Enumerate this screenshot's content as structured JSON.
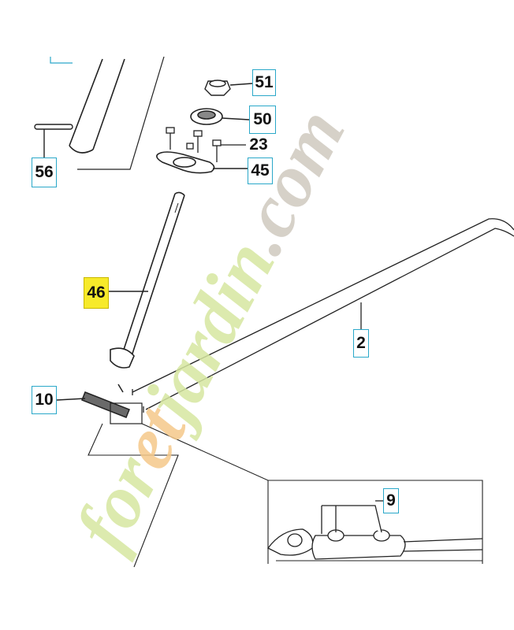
{
  "diagram": {
    "callouts": [
      {
        "id": "51",
        "label": "51",
        "highlight": false
      },
      {
        "id": "50",
        "label": "50",
        "highlight": false
      },
      {
        "id": "23",
        "label": "23",
        "highlight": false
      },
      {
        "id": "45",
        "label": "45",
        "highlight": false
      },
      {
        "id": "56",
        "label": "56",
        "highlight": false
      },
      {
        "id": "46",
        "label": "46",
        "highlight": true
      },
      {
        "id": "2",
        "label": "2",
        "highlight": false
      },
      {
        "id": "10",
        "label": "10",
        "highlight": false
      },
      {
        "id": "9",
        "label": "9",
        "highlight": false
      }
    ],
    "highlight_color": "#f7ea2a",
    "callout_border_color": "#2aa8c9"
  },
  "watermark": {
    "text_green": "for",
    "text_orange": "et",
    "text_green2": "jardin",
    "text_gray": ".com",
    "green": "#d6e7a0",
    "orange": "#f5c88a",
    "gray": "#cfc9bf"
  }
}
